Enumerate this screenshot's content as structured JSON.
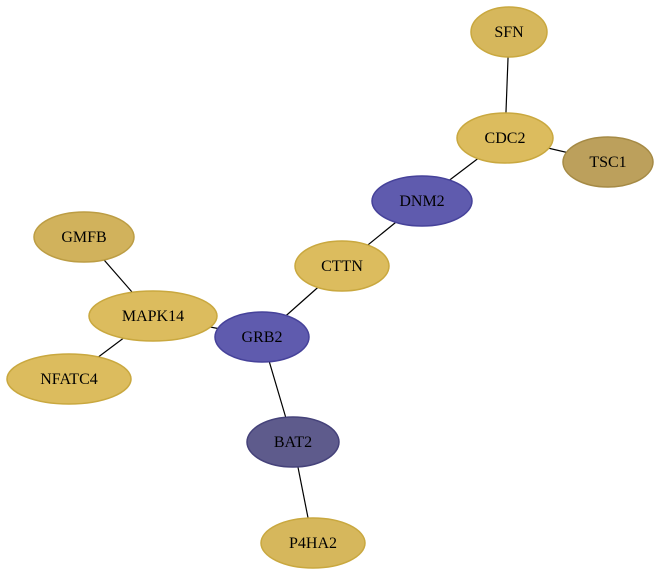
{
  "nodes": [
    {
      "id": "SFN",
      "label": "SFN",
      "fill": "#d6b75c",
      "stroke": "#c9a83f"
    },
    {
      "id": "CDC2",
      "label": "CDC2",
      "fill": "#dcbc5e",
      "stroke": "#c9a83f"
    },
    {
      "id": "TSC1",
      "label": "TSC1",
      "fill": "#bca05c",
      "stroke": "#a58a45"
    },
    {
      "id": "DNM2",
      "label": "DNM2",
      "fill": "#5f5bae",
      "stroke": "#46429a"
    },
    {
      "id": "CTTN",
      "label": "CTTN",
      "fill": "#dcbc5e",
      "stroke": "#c9a83f"
    },
    {
      "id": "GMFB",
      "label": "GMFB",
      "fill": "#d1b25c",
      "stroke": "#bc9d44"
    },
    {
      "id": "MAPK14",
      "label": "MAPK14",
      "fill": "#dcbc5e",
      "stroke": "#c9a83f"
    },
    {
      "id": "GRB2",
      "label": "GRB2",
      "fill": "#5f5bae",
      "stroke": "#46429a"
    },
    {
      "id": "NFATC4",
      "label": "NFATC4",
      "fill": "#dcbc5e",
      "stroke": "#c9a83f"
    },
    {
      "id": "BAT2",
      "label": "BAT2",
      "fill": "#5e5b8c",
      "stroke": "#45427a"
    },
    {
      "id": "P4HA2",
      "label": "P4HA2",
      "fill": "#d6b75c",
      "stroke": "#c9a83f"
    }
  ],
  "edges": [
    {
      "source": "SFN",
      "target": "CDC2"
    },
    {
      "source": "CDC2",
      "target": "TSC1"
    },
    {
      "source": "CDC2",
      "target": "DNM2"
    },
    {
      "source": "DNM2",
      "target": "CTTN"
    },
    {
      "source": "CTTN",
      "target": "GRB2"
    },
    {
      "source": "GMFB",
      "target": "MAPK14"
    },
    {
      "source": "MAPK14",
      "target": "GRB2"
    },
    {
      "source": "MAPK14",
      "target": "NFATC4"
    },
    {
      "source": "GRB2",
      "target": "BAT2"
    },
    {
      "source": "BAT2",
      "target": "P4HA2"
    }
  ]
}
